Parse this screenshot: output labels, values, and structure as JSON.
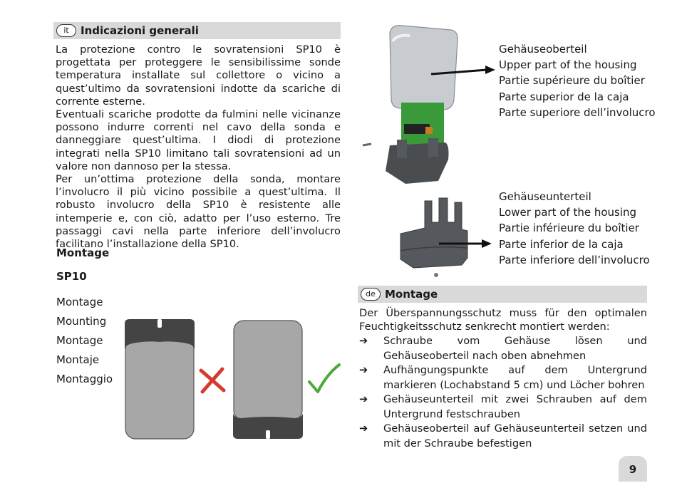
{
  "it": {
    "lang": "it",
    "title": "Indicazioni generali",
    "body": "La protezione contro le sovratensioni SP10 è progettata per proteggere le sensibilissime sonde temperatura installate sul collettore o vicino a quest’ultimo da sovratensioni indotte da scariche di corrente esterne.",
    "body2": "Eventuali scariche prodotte da fulmini nelle vicinanze possono indurre correnti nel cavo della sonda e danneggiare quest’ultima. I diodi di protezione integrati nella SP10 limitano tali sovratensioni ad un valore non dannoso per la stessa.",
    "body3": "Per un’ottima protezione della sonda, montare l’involucro il più vicino possibile a quest’ultima. Il robusto involucro della SP10 è resistente alle intemperie e, con ciò, adatto per l’uso esterno. Tre passaggi cavi nella parte inferiore dell’involucro facilitano l’installazione della SP10."
  },
  "mounting": {
    "heading1": "Montage",
    "heading2": "SP10",
    "languages": [
      "Montage",
      "Mounting",
      "Montage",
      "Montaje",
      "Montaggio"
    ]
  },
  "upper_labels": [
    "Gehäuseoberteil",
    "Upper part of the housing",
    "Partie supérieure du boîtier",
    "Parte superior de la caja",
    "Parte superiore dell’involucro"
  ],
  "lower_labels": [
    "Gehäuseunterteil",
    "Lower part of the housing",
    "Partie inférieure du boîtier",
    "Parte inferior de la caja",
    "Parte inferiore dell’involucro"
  ],
  "de": {
    "lang": "de",
    "title": "Montage",
    "intro": "Der Überspannungsschutz muss für den optimalen Feuchtigkeitsschutz senkrecht montiert werden:",
    "steps": [
      "Schraube vom Gehäuse lösen und Gehäuseoberteil nach oben abnehmen",
      "Aufhängungspunkte auf dem Untergrund markieren (Lochabstand 5 cm) und Löcher bohren",
      "Gehäuseunterteil mit zwei Schrauben auf dem Untergrund festschrauben",
      "Gehäuseoberteil auf Gehäuseunterteil setzen und mit der Schraube befestigen"
    ]
  },
  "page_number": "9",
  "colors": {
    "header_bg": "#d9d9d9",
    "wrong": "#d63a2f",
    "right": "#4caa3a"
  },
  "icons": {
    "step_bullet": "arrow-right-icon",
    "wrong_mark": "cross-icon",
    "right_mark": "check-icon"
  }
}
